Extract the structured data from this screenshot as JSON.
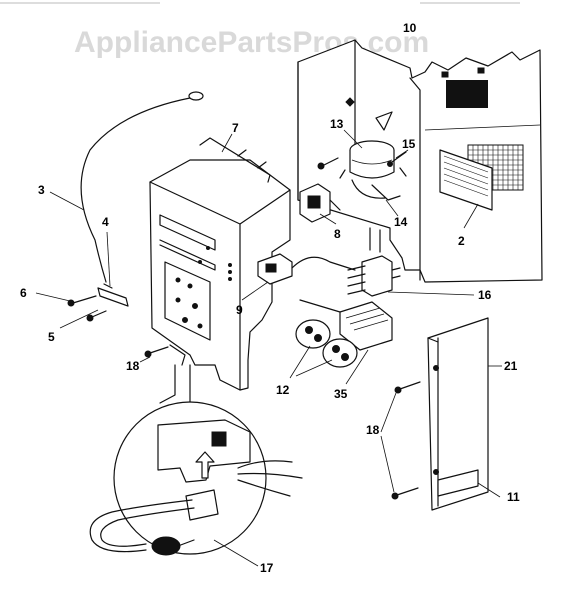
{
  "watermark": "AppliancePartsPros.com",
  "header_fragment": "10",
  "callouts": {
    "c2": "2",
    "c3": "3",
    "c4": "4",
    "c5": "5",
    "c6": "6",
    "c7": "7",
    "c8": "8",
    "c9": "9",
    "c11": "11",
    "c12": "12",
    "c13": "13",
    "c14": "14",
    "c15": "15",
    "c16": "16",
    "c17": "17",
    "c18a": "18",
    "c18b": "18",
    "c21": "21",
    "c35": "35"
  }
}
